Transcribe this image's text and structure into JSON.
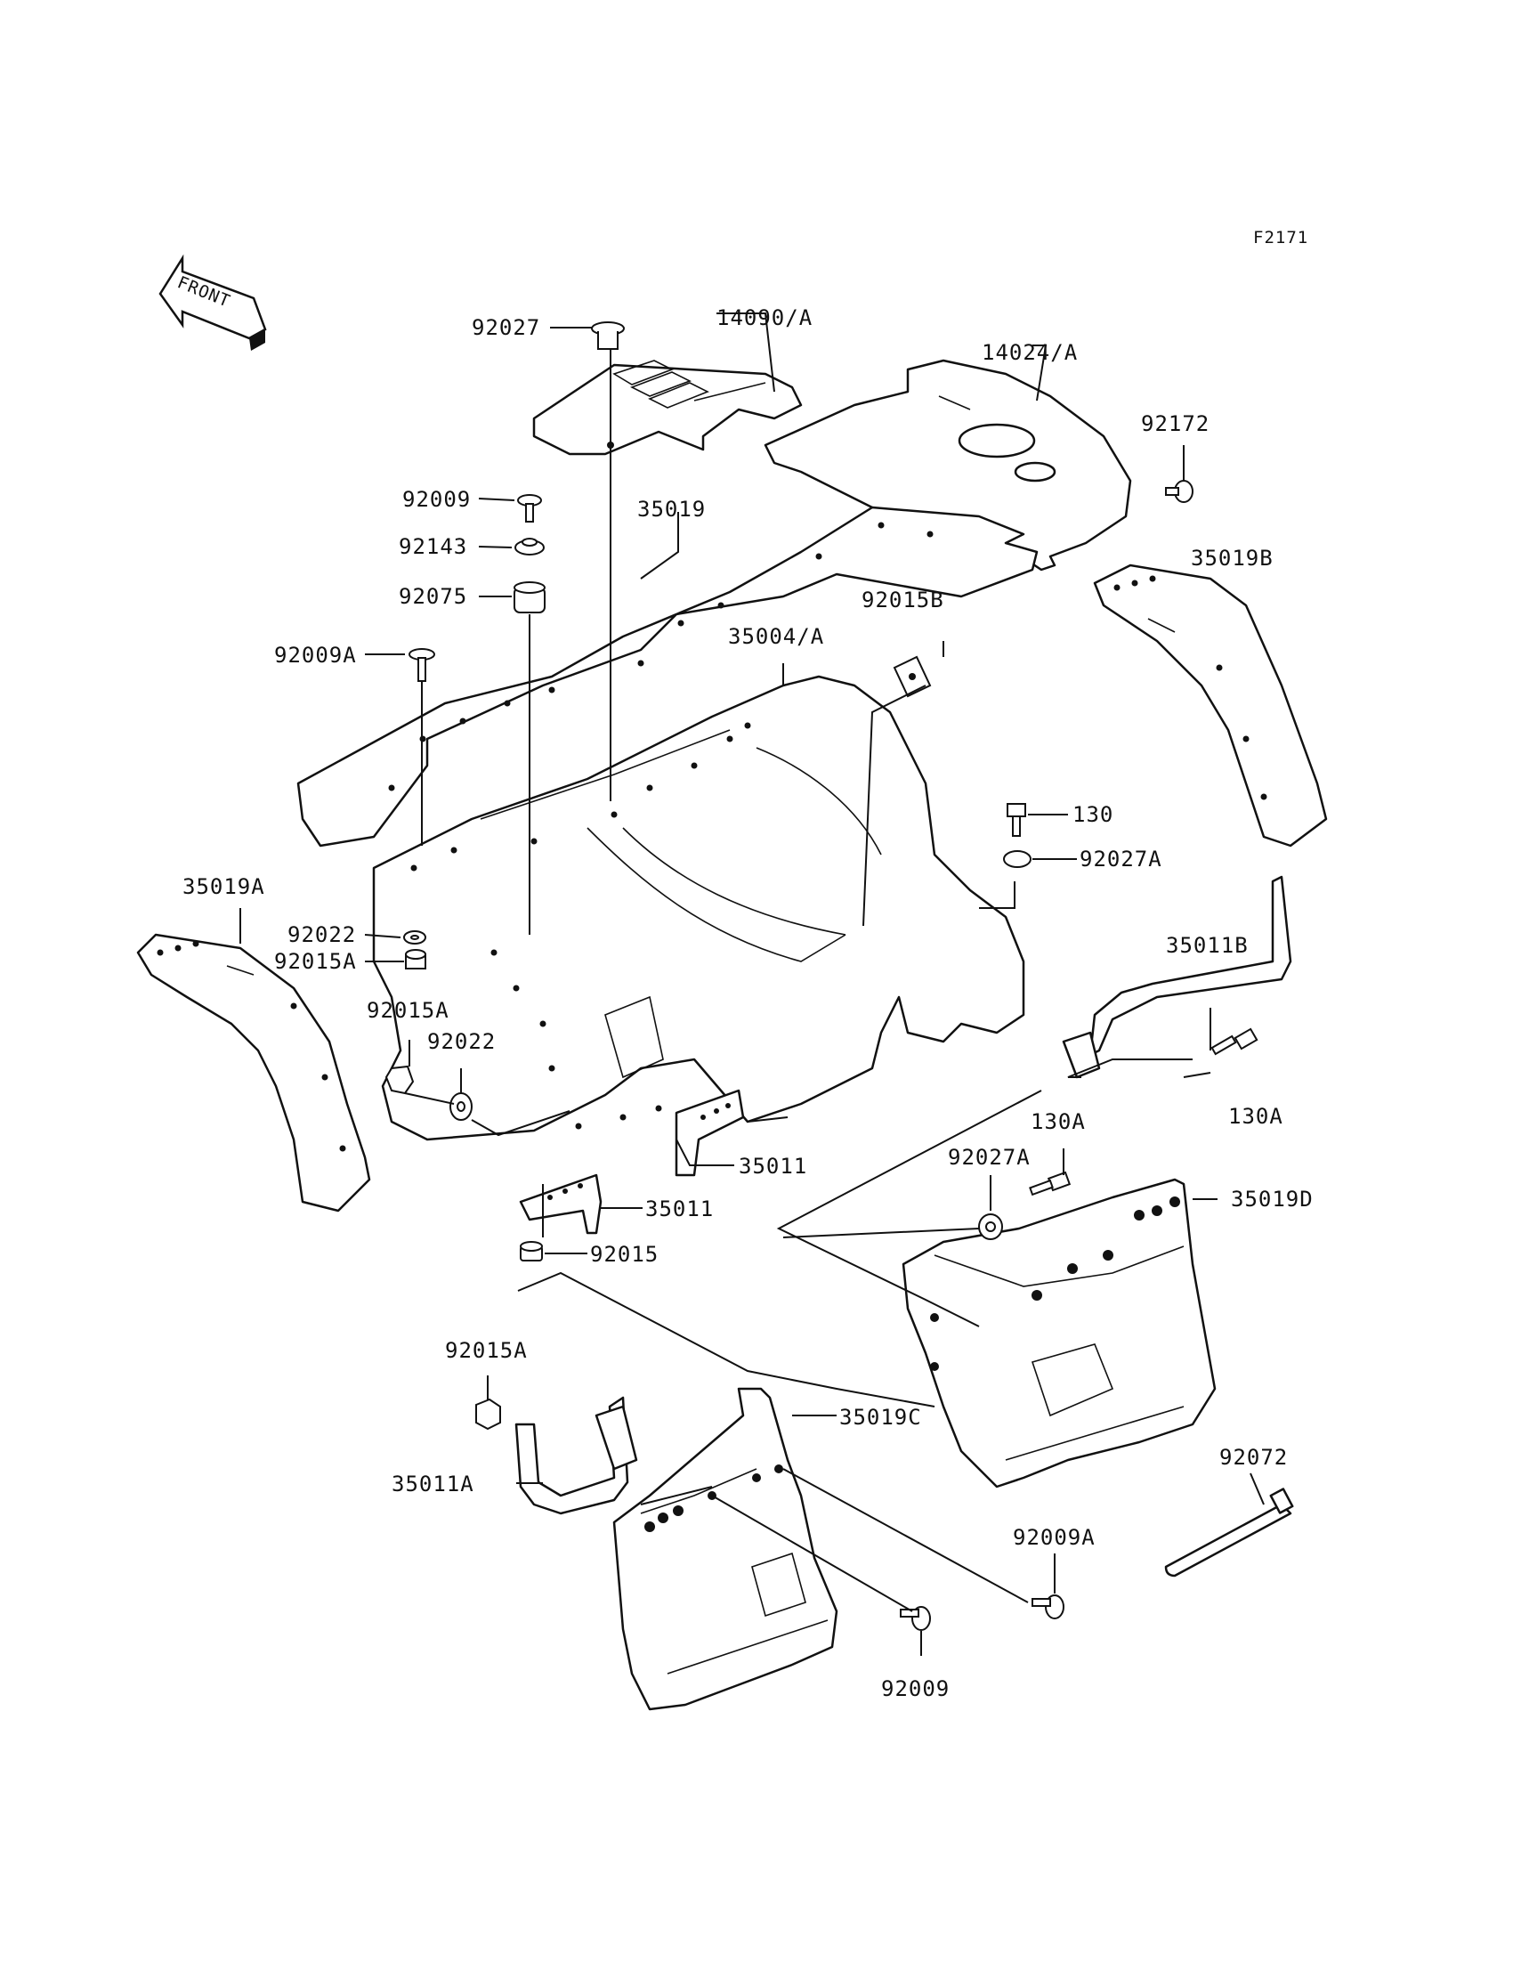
{
  "figure_code": "F2171",
  "front_badge": "FRONT",
  "labels": {
    "p92027": "92027",
    "p14090A": "14090/A",
    "p14024A": "14024/A",
    "p92172": "92172",
    "p92009_top": "92009",
    "p35019": "35019",
    "p92143": "92143",
    "p92075": "92075",
    "p35019B": "35019B",
    "p92015B": "92015B",
    "p35004A": "35004/A",
    "p92009A_top": "92009A",
    "p130": "130",
    "p92027A_right": "92027A",
    "p35019A": "35019A",
    "p92022_a": "92022",
    "p92015A_a": "92015A",
    "p35011B": "35011B",
    "p92015A_b": "92015A",
    "p92022_b": "92022",
    "p130A_right": "130A",
    "p130A_mid": "130A",
    "p35011_a": "35011",
    "p92027A_mid": "92027A",
    "p35019D": "35019D",
    "p35011_b": "35011",
    "p92015": "92015",
    "p92015A_c": "92015A",
    "p35019C": "35019C",
    "p35011A": "35011A",
    "p92072": "92072",
    "p92009A_bottom": "92009A",
    "p92009_bottom": "92009"
  }
}
